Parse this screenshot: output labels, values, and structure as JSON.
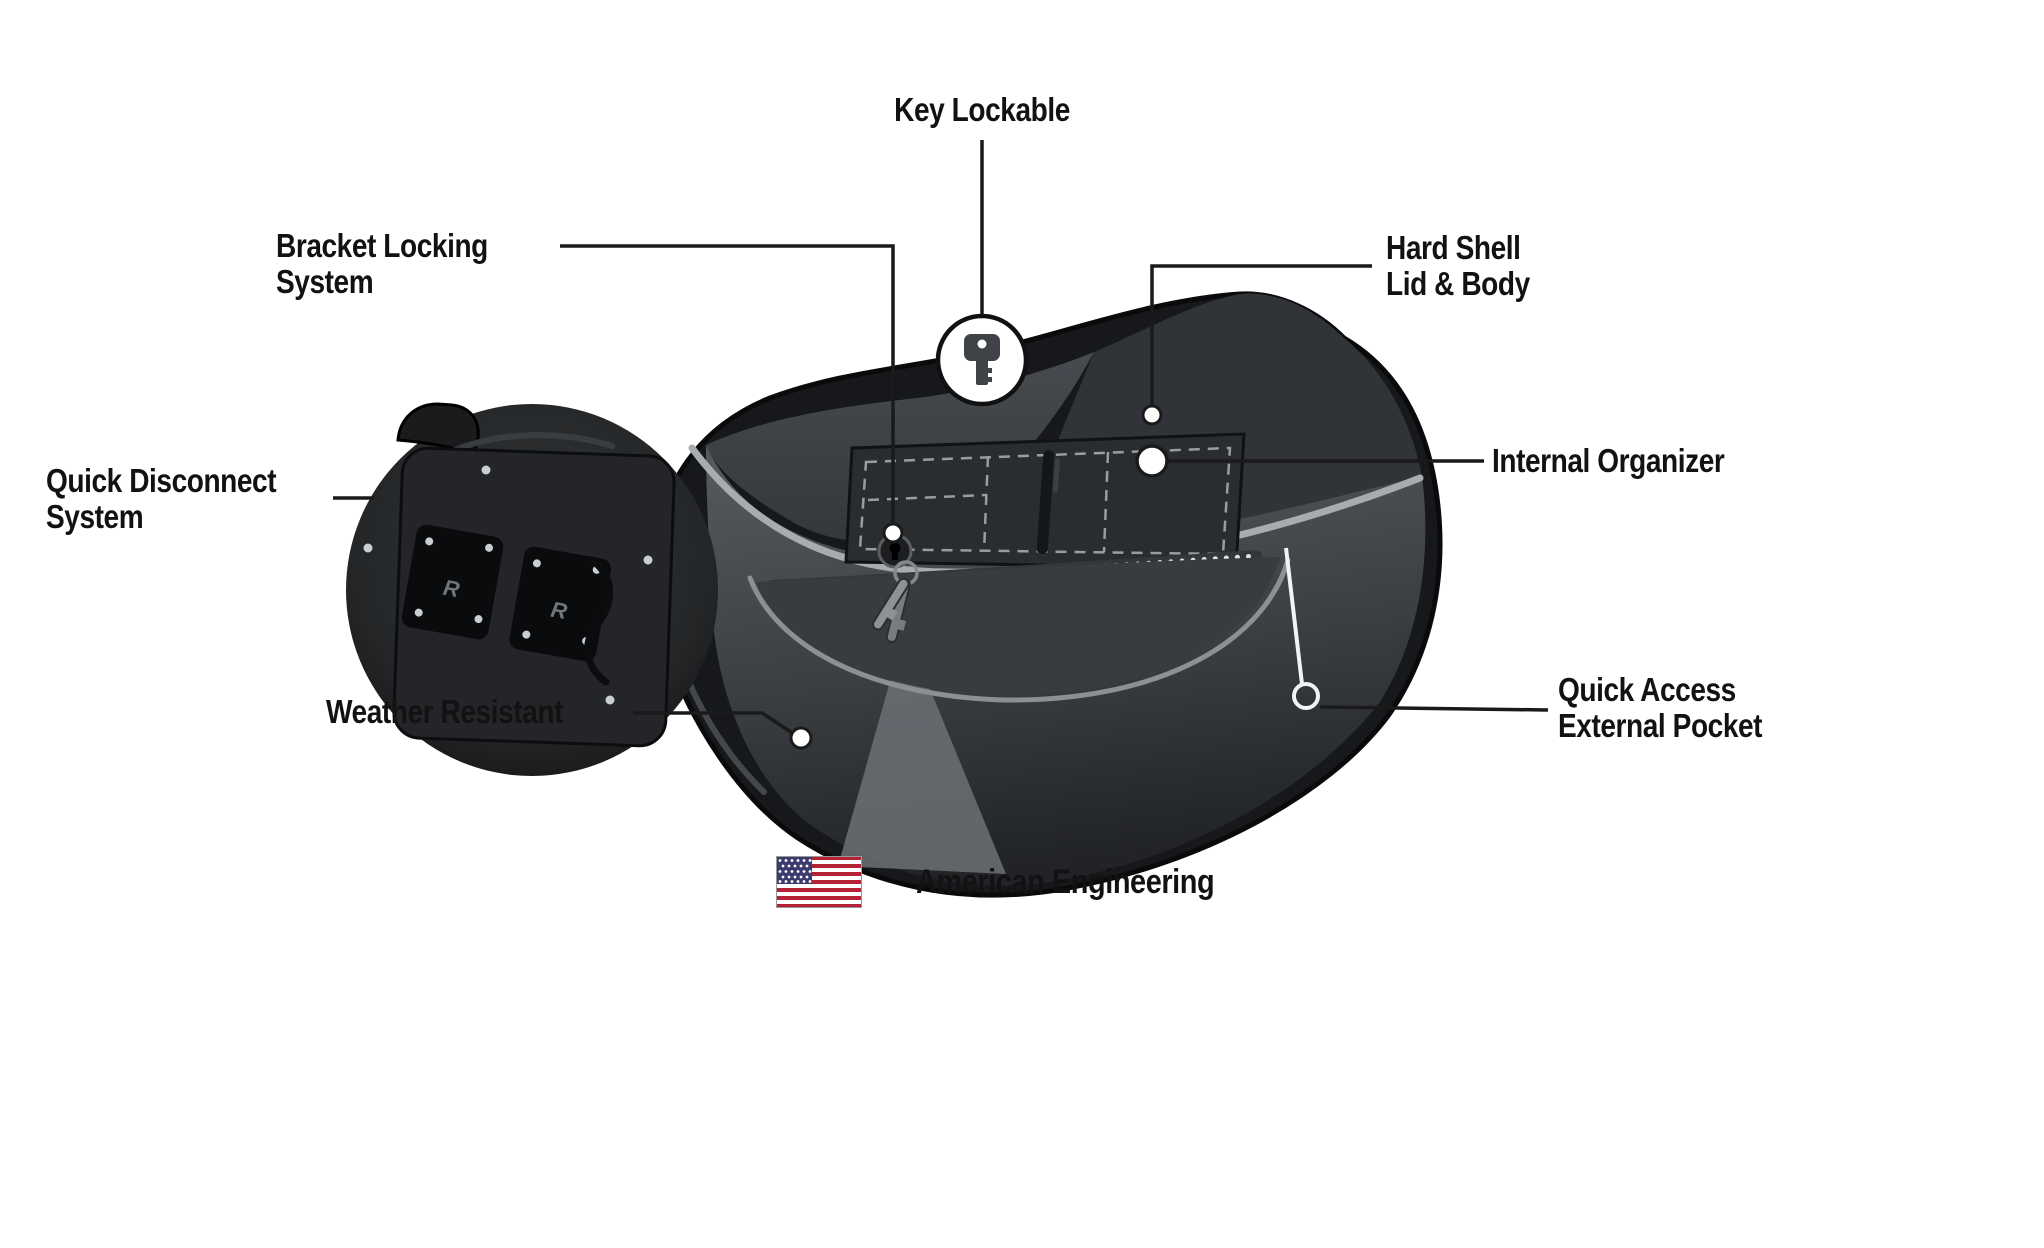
{
  "callouts": [
    {
      "id": "key-lockable",
      "label": "Key Lockable"
    },
    {
      "id": "bracket-locking-system",
      "label": "Bracket Locking\nSystem"
    },
    {
      "id": "hard-shell-lid-body",
      "label": "Hard Shell\nLid & Body"
    },
    {
      "id": "quick-disconnect-system",
      "label": "Quick Disconnect\nSystem"
    },
    {
      "id": "internal-organizer",
      "label": "Internal Organizer"
    },
    {
      "id": "weather-resistant",
      "label": "Weather Resistant"
    },
    {
      "id": "quick-access-external-pocket",
      "label": "Quick Access\nExternal Pocket"
    }
  ],
  "footer": {
    "label": "American Engineering",
    "icon": "us-flag-icon"
  },
  "illustration": {
    "icons": [
      "saddlebag-illustration",
      "key-lockable-icon",
      "quick-disconnect-inset",
      "us-flag-icon",
      "key-icon",
      "pen-icon"
    ],
    "plate_logo": "R"
  },
  "colors": {
    "background": "#ffffff",
    "callout_line": "#1a1a1a",
    "label_text": "#121212",
    "bag_body": "#17181b",
    "bag_face_light": "#565b60",
    "lip_highlight": "#a7acb1",
    "marker_fill": "#ffffff",
    "flag_red": "#b22234",
    "flag_blue": "#3c3b6e"
  }
}
